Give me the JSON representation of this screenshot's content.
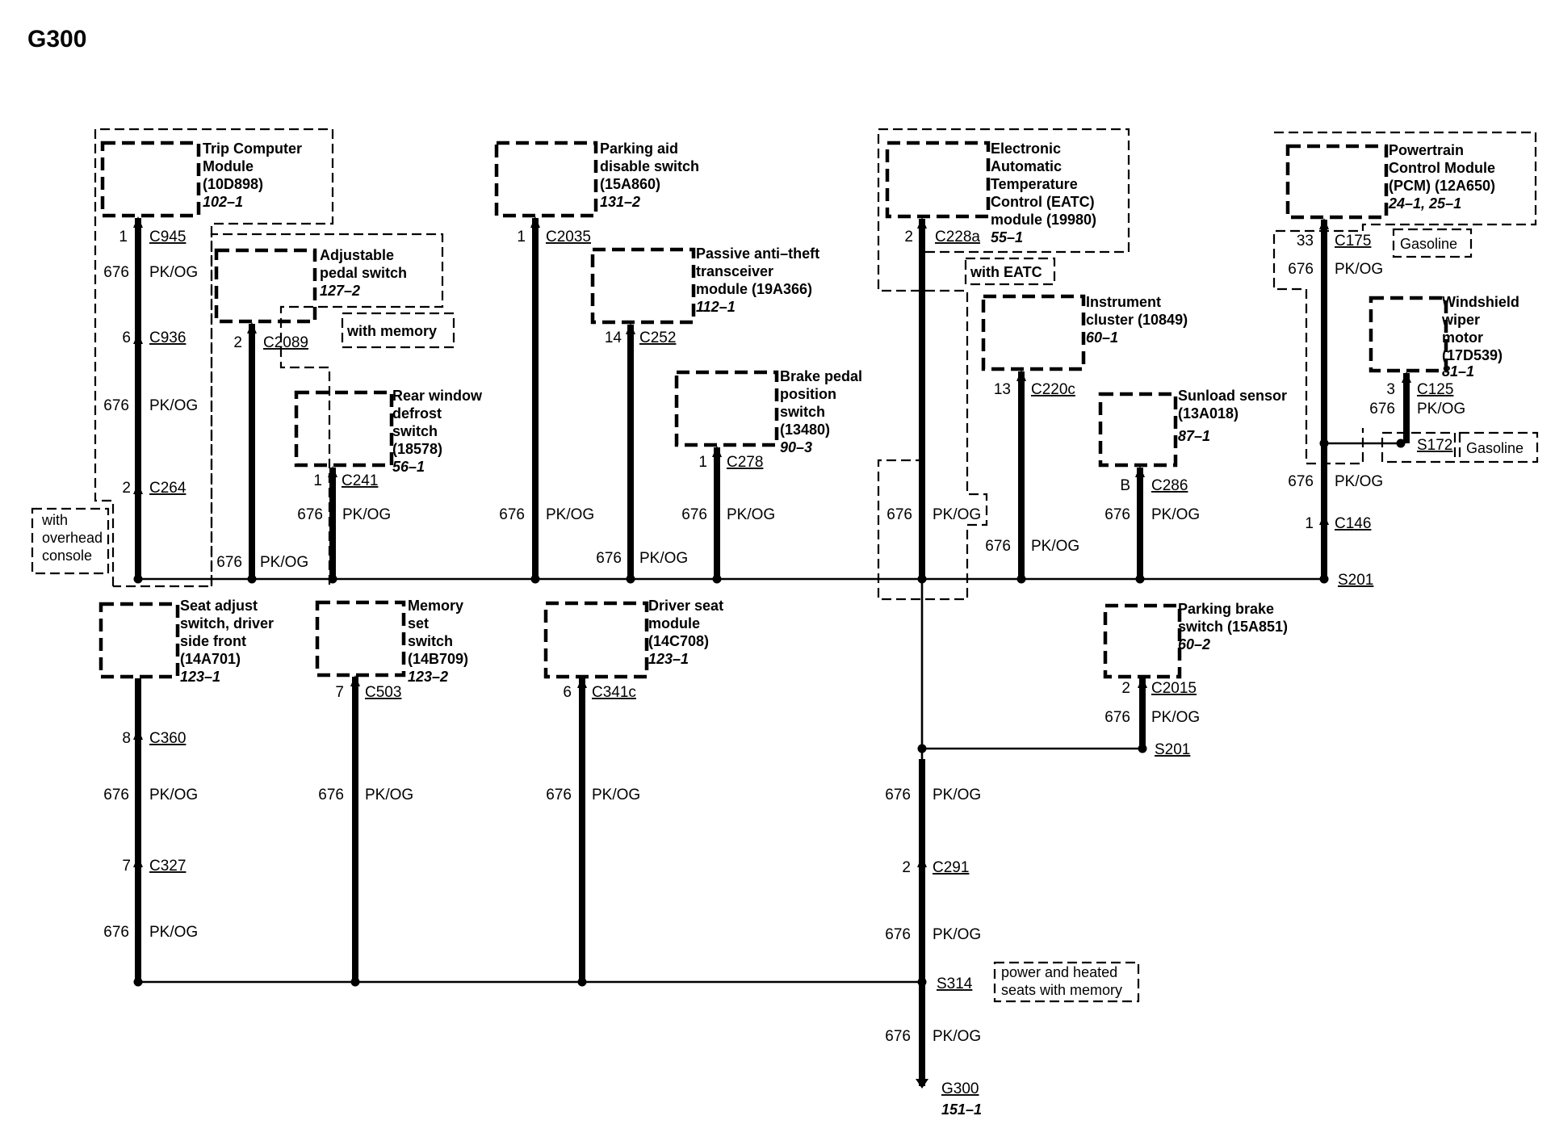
{
  "title": "G300",
  "wire": {
    "circuit": "676",
    "color": "PK/OG"
  },
  "components": {
    "trip_computer": {
      "lines": [
        "Trip Computer",
        "Module",
        "(10D898)"
      ],
      "ref": "102–1",
      "pin": "1",
      "connector": "C945"
    },
    "adjustable_pedal": {
      "lines": [
        "Adjustable",
        "pedal switch"
      ],
      "ref": "127–2",
      "pin": "2",
      "connector": "C2089"
    },
    "rear_window_defrost": {
      "lines": [
        "Rear window",
        "defrost",
        "switch",
        "(18578)"
      ],
      "ref": "56–1",
      "pin": "1",
      "connector": "C241"
    },
    "parking_aid": {
      "lines": [
        "Parking aid",
        "disable switch",
        "(15A860)"
      ],
      "ref": "131–2",
      "pin": "1",
      "connector": "C2035"
    },
    "pats": {
      "lines": [
        "Passive anti–theft",
        "transceiver",
        "module (19A366)"
      ],
      "ref": "112–1",
      "pin": "14",
      "connector": "C252"
    },
    "brake_pedal": {
      "lines": [
        "Brake pedal",
        "position",
        "switch",
        "(13480)"
      ],
      "ref": "90–3",
      "pin": "1",
      "connector": "C278"
    },
    "eatc": {
      "lines": [
        "Electronic",
        "Automatic",
        "Temperature",
        "Control (EATC)",
        "module (19980)"
      ],
      "ref": "55–1",
      "pin": "2",
      "connector": "C228a"
    },
    "instrument_cluster": {
      "lines": [
        "Instrument",
        "cluster (10849)"
      ],
      "ref": "60–1",
      "pin": "13",
      "connector": "C220c"
    },
    "sunload": {
      "lines": [
        "Sunload sensor",
        "(13A018)"
      ],
      "ref": "87–1",
      "pin": "B",
      "connector": "C286"
    },
    "pcm": {
      "lines": [
        "Powertrain",
        "Control Module",
        "(PCM) (12A650)"
      ],
      "ref": "24–1, 25–1",
      "pin": "33",
      "connector": "C175"
    },
    "wiper": {
      "lines": [
        "Windshield",
        "wiper",
        "motor",
        "(17D539)"
      ],
      "ref": "81–1",
      "pin": "3",
      "connector": "C125"
    },
    "seat_adjust": {
      "lines": [
        "Seat adjust",
        "switch, driver",
        "side front",
        "(14A701)"
      ],
      "ref": "123–1"
    },
    "memory_set": {
      "lines": [
        "Memory",
        "set",
        "switch",
        "(14B709)"
      ],
      "ref": "123–2",
      "pin": "7",
      "connector": "C503"
    },
    "driver_seat": {
      "lines": [
        "Driver seat",
        "module",
        "(14C708)"
      ],
      "ref": "123–1",
      "pin": "6",
      "connector": "C341c"
    },
    "parking_brake": {
      "lines": [
        "Parking brake",
        "switch (15A851)"
      ],
      "ref": "60–2",
      "pin": "2",
      "connector": "C2015"
    }
  },
  "connectors": {
    "c936": {
      "pin": "6",
      "name": "C936"
    },
    "c264": {
      "pin": "2",
      "name": "C264"
    },
    "c146": {
      "pin": "1",
      "name": "C146"
    },
    "c360": {
      "pin": "8",
      "name": "C360"
    },
    "c327": {
      "pin": "7",
      "name": "C327"
    },
    "c291": {
      "pin": "2",
      "name": "C291"
    }
  },
  "splices": {
    "s201_top": "S201",
    "s201_bottom": "S201",
    "s172": "S172",
    "s314": "S314"
  },
  "ground": {
    "name": "G300",
    "ref": "151–1"
  },
  "notes": {
    "overhead_console": [
      "with",
      "overhead",
      "console"
    ],
    "with_memory": "with memory",
    "with_eatc": "with EATC",
    "gasoline_1": "Gasoline",
    "gasoline_2": "Gasoline",
    "power_heated_seats": [
      "power and heated",
      "seats with memory"
    ]
  }
}
